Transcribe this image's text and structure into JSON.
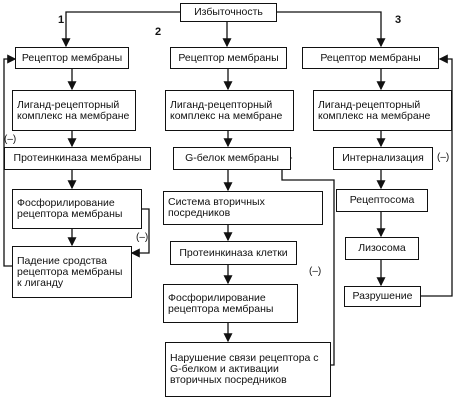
{
  "root": "Избыточность",
  "branch_numbers": [
    "1",
    "2",
    "3"
  ],
  "col1": {
    "receptor": "Рецептор мембраны",
    "ligand_complex": "Лиганд-рецепторный комплекс на мембране",
    "protein_kinase": "Протеинкиназа мембраны",
    "phosphorylation": "Фосфорилирование рецептора мембраны",
    "affinity_drop": "Падение сродства рецептора мембраны к лиганду",
    "minus_a": "(–)",
    "minus_b": "(–)"
  },
  "col2": {
    "receptor": "Рецептор мембраны",
    "ligand_complex": "Лиганд-рецепторный комплекс на мембране",
    "g_protein": "G-белок мембраны",
    "second_messengers": "Система вторичных посредников",
    "cell_kinase": "Протеинкиназа клетки",
    "phosphorylation": "Фосфорилирование рецептора мембраны",
    "disruption": "Нарушение связи рецептора с G-белком и активации вторичных посредников",
    "minus": "(–)"
  },
  "col3": {
    "receptor": "Рецептор мембраны",
    "ligand_complex": "Лиганд-рецепторный комплекс на мембране",
    "internalization": "Интернализация",
    "receptosome": "Рецептосома",
    "lysosome": "Лизосома",
    "destruction": "Разрушение",
    "minus": "(–)"
  }
}
